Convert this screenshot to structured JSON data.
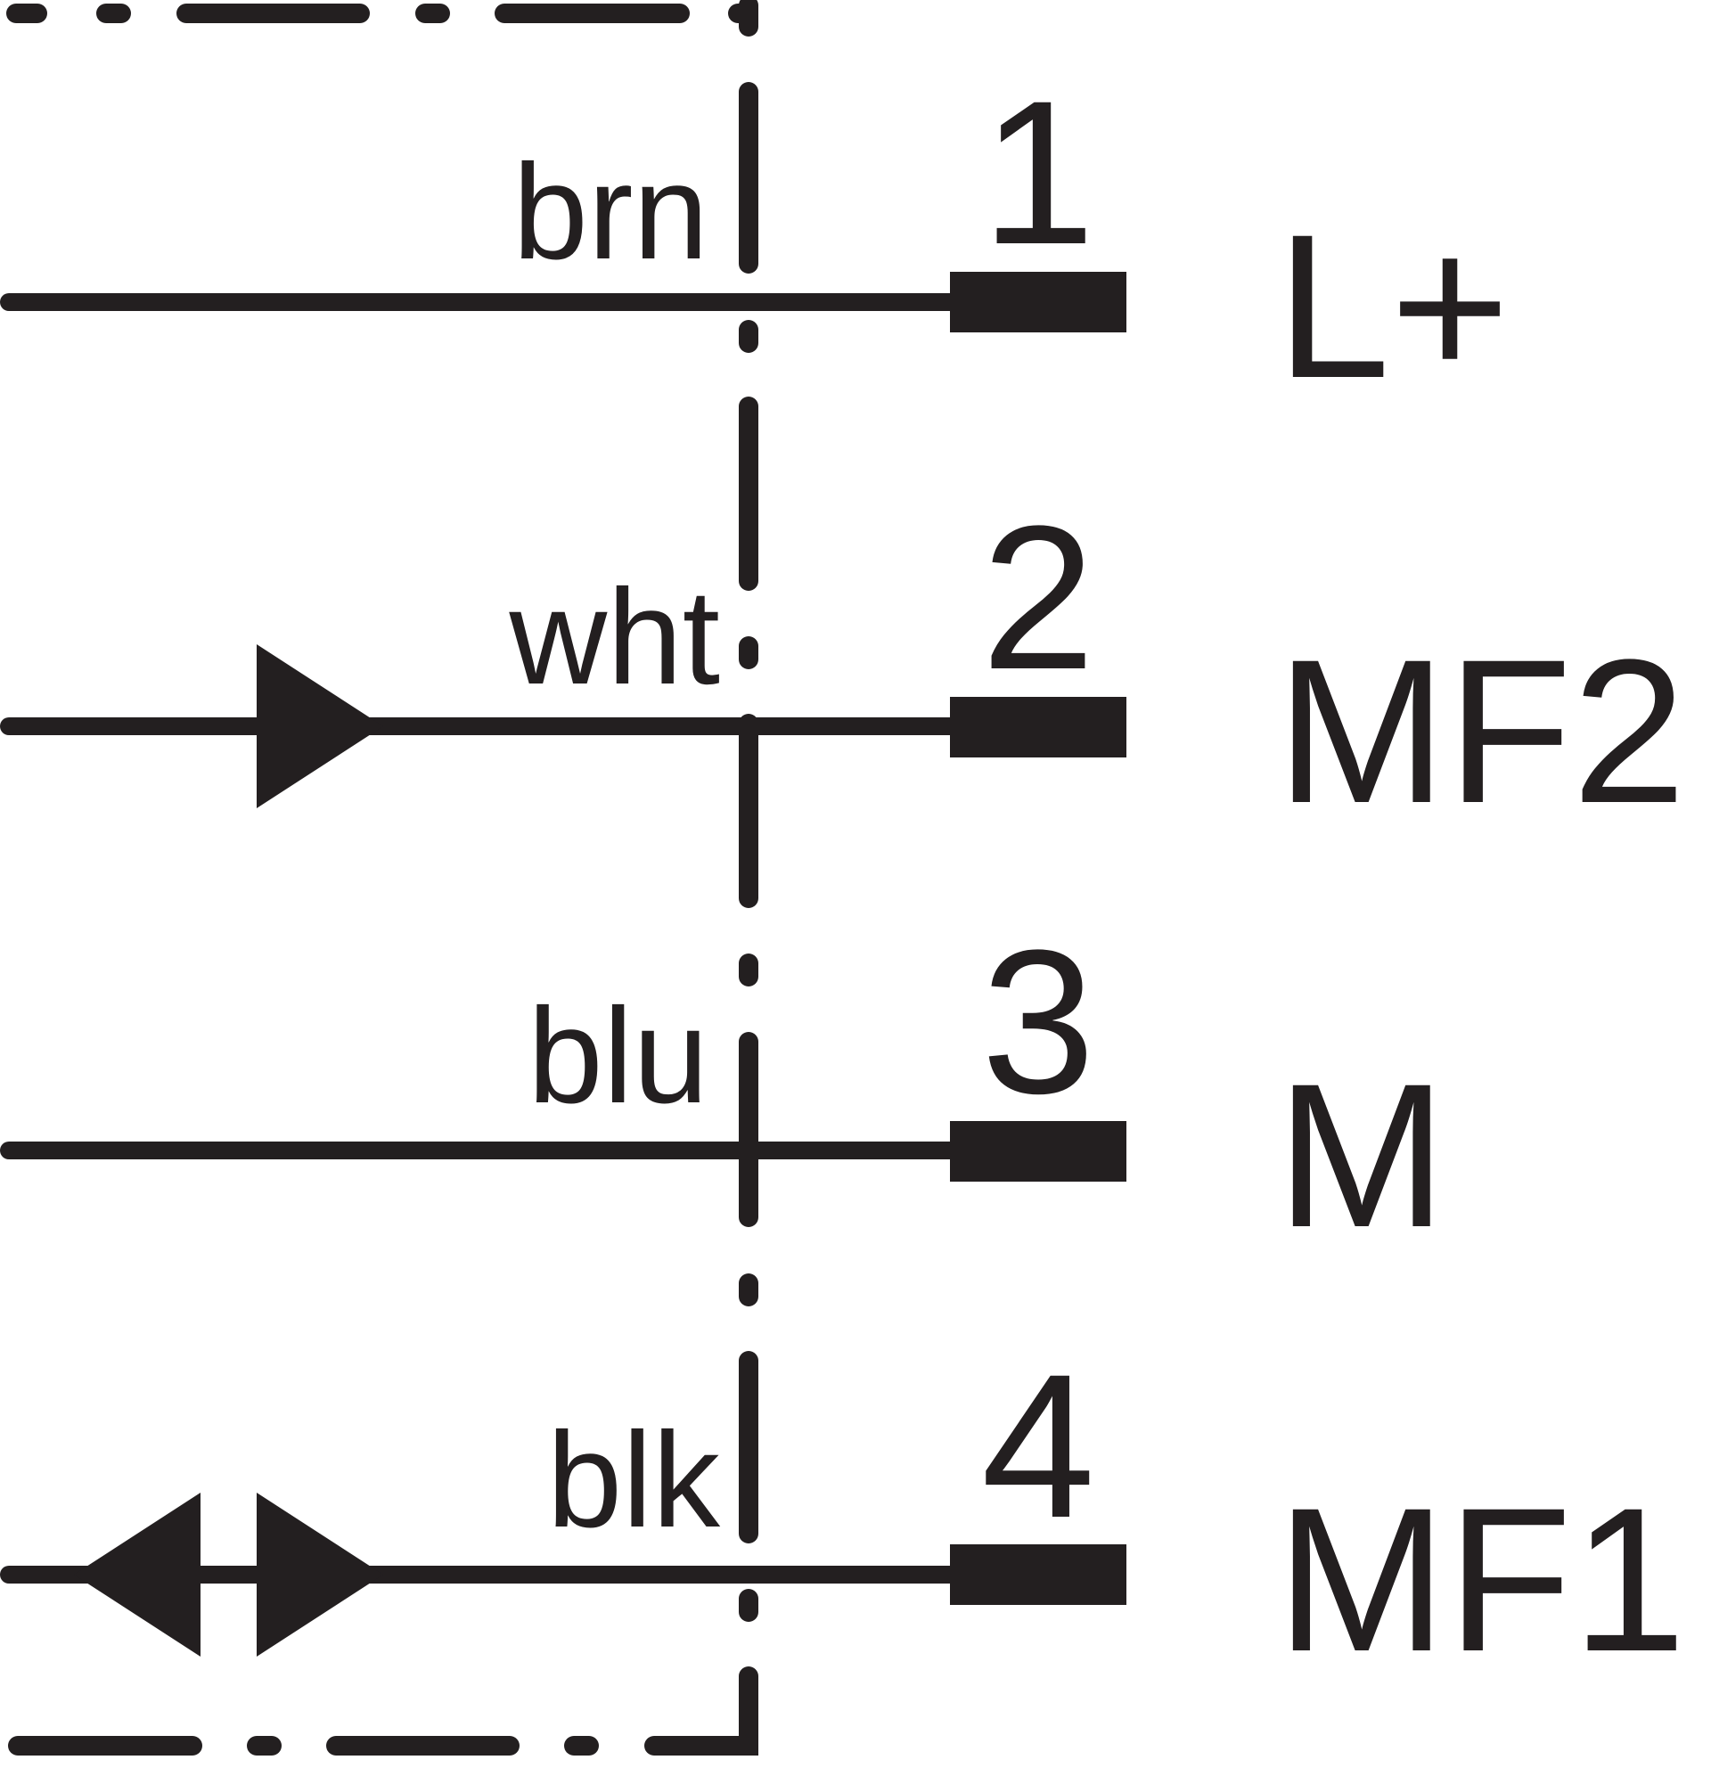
{
  "colors": {
    "ink": "#231f20",
    "background": "#ffffff"
  },
  "pins": [
    {
      "wire_color": "brn",
      "number": "1",
      "signal": "L+",
      "symbol": "none"
    },
    {
      "wire_color": "wht",
      "number": "2",
      "signal": "MF2",
      "symbol": "single-arrow-right-icon"
    },
    {
      "wire_color": "blu",
      "number": "3",
      "signal": "M",
      "symbol": "none"
    },
    {
      "wire_color": "blk",
      "number": "4",
      "signal": "MF1",
      "symbol": "bidirectional-arrow-icon"
    }
  ]
}
